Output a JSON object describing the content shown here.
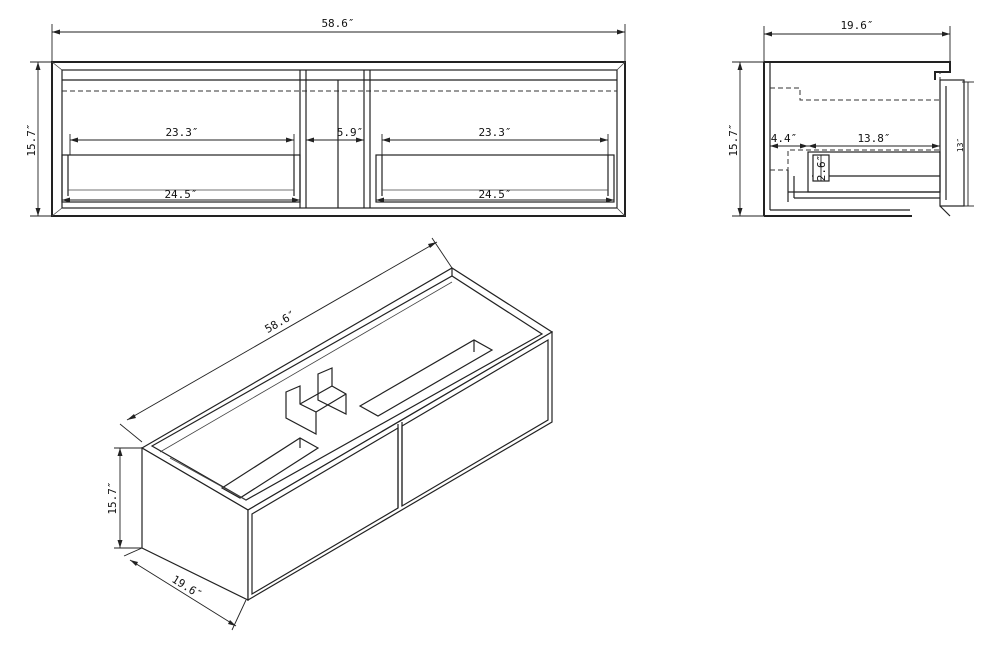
{
  "front_view": {
    "overall_width": "58.6″",
    "height": "15.7″",
    "left_inner_width": "23.3″",
    "left_outer_width": "24.5″",
    "center_gap": "5.9″",
    "right_inner_width": "23.3″",
    "right_outer_width": "24.5″"
  },
  "side_view": {
    "depth": "19.6″",
    "height": "15.7″",
    "offset": "4.4″",
    "drawer_depth": "13.8″",
    "drawer_side_height": "2.6″",
    "drawer_front_height": "13″"
  },
  "iso_view": {
    "width": "58.6″",
    "height": "15.7″",
    "depth": "19.6″"
  }
}
